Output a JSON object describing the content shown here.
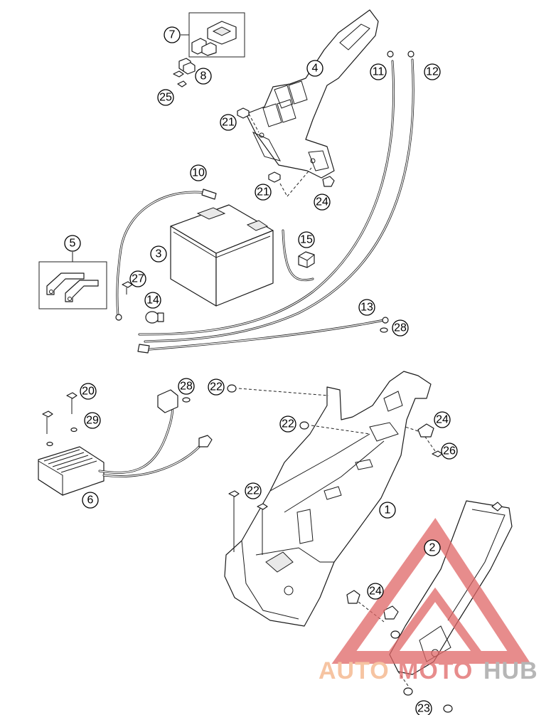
{
  "callouts": [
    {
      "label": "1"
    },
    {
      "label": "2"
    },
    {
      "label": "3"
    },
    {
      "label": "4"
    },
    {
      "label": "5"
    },
    {
      "label": "6"
    },
    {
      "label": "7"
    },
    {
      "label": "8"
    },
    {
      "label": "10"
    },
    {
      "label": "11"
    },
    {
      "label": "12"
    },
    {
      "label": "13"
    },
    {
      "label": "14"
    },
    {
      "label": "15"
    },
    {
      "label": "20"
    },
    {
      "label": "21"
    },
    {
      "label": "21"
    },
    {
      "label": "22"
    },
    {
      "label": "22"
    },
    {
      "label": "22"
    },
    {
      "label": "23"
    },
    {
      "label": "24"
    },
    {
      "label": "24"
    },
    {
      "label": "24"
    },
    {
      "label": "25"
    },
    {
      "label": "26"
    },
    {
      "label": "27"
    },
    {
      "label": "28"
    },
    {
      "label": "28"
    },
    {
      "label": "29"
    }
  ],
  "watermark": {
    "part1": "AUTO",
    "part2": "MOTO",
    "part3": "HUB",
    "color_orange": "#f4b183",
    "color_red": "#e06666",
    "color_gray": "#9e9e9e"
  }
}
